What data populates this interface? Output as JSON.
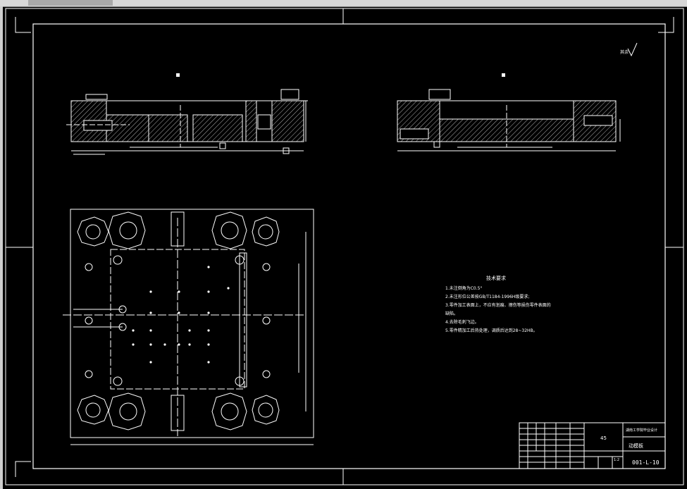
{
  "window": {
    "background": "#000000",
    "line_color": "#ffffff"
  },
  "technical_requirements": {
    "title": "技术要求",
    "items": [
      "1.未注倒角为C0.5°",
      "2.未注形位公差按GB/T1184-1996H级要求;",
      "3.零件加工表面上，不应有划痕、擦伤等损伤零件表面的",
      "缺陷。",
      "4.去除毛刺飞边。",
      "5.零件精加工后热处理，调质后达到28~32HB。"
    ]
  },
  "roughness_note": "其余",
  "title_block": {
    "material": "45",
    "school": "湖南工学院毕业设计",
    "part_name": "动模板",
    "drawing_number": "001-L-10",
    "scale": "1:2"
  }
}
